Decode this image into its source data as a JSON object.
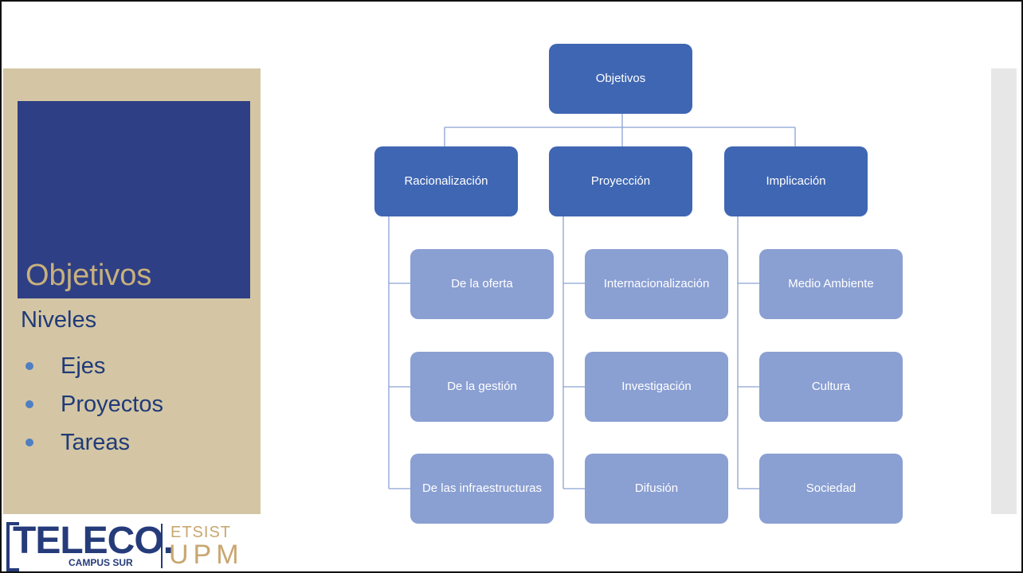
{
  "slide": {
    "title": "Objetivos",
    "subtitle": "Niveles",
    "bullets": [
      "Ejes",
      "Proyectos",
      "Tareas"
    ]
  },
  "diagram": {
    "root": "Objetivos",
    "branches": [
      {
        "label": "Racionalización",
        "children": [
          "De la oferta",
          "De la gestión",
          "De las infraestructuras"
        ]
      },
      {
        "label": "Proyección",
        "children": [
          "Internacionalización",
          "Investigación",
          "Difusión"
        ]
      },
      {
        "label": "Implicación",
        "children": [
          "Medio Ambiente",
          "Cultura",
          "Sociedad"
        ]
      }
    ]
  },
  "logo": {
    "main": "TELECO.",
    "sub": "CAMPUS SUR",
    "school": "ETSIST",
    "university": "UPM"
  },
  "colors": {
    "level1_node": "#3f66b2",
    "level2_node": "#8a9fd2",
    "connector": "#8aa2d4",
    "sidebar": "#d4c6a4",
    "title_box": "#2f3f85",
    "text_blue": "#1f3a78",
    "title_gold": "#c8b17c"
  }
}
